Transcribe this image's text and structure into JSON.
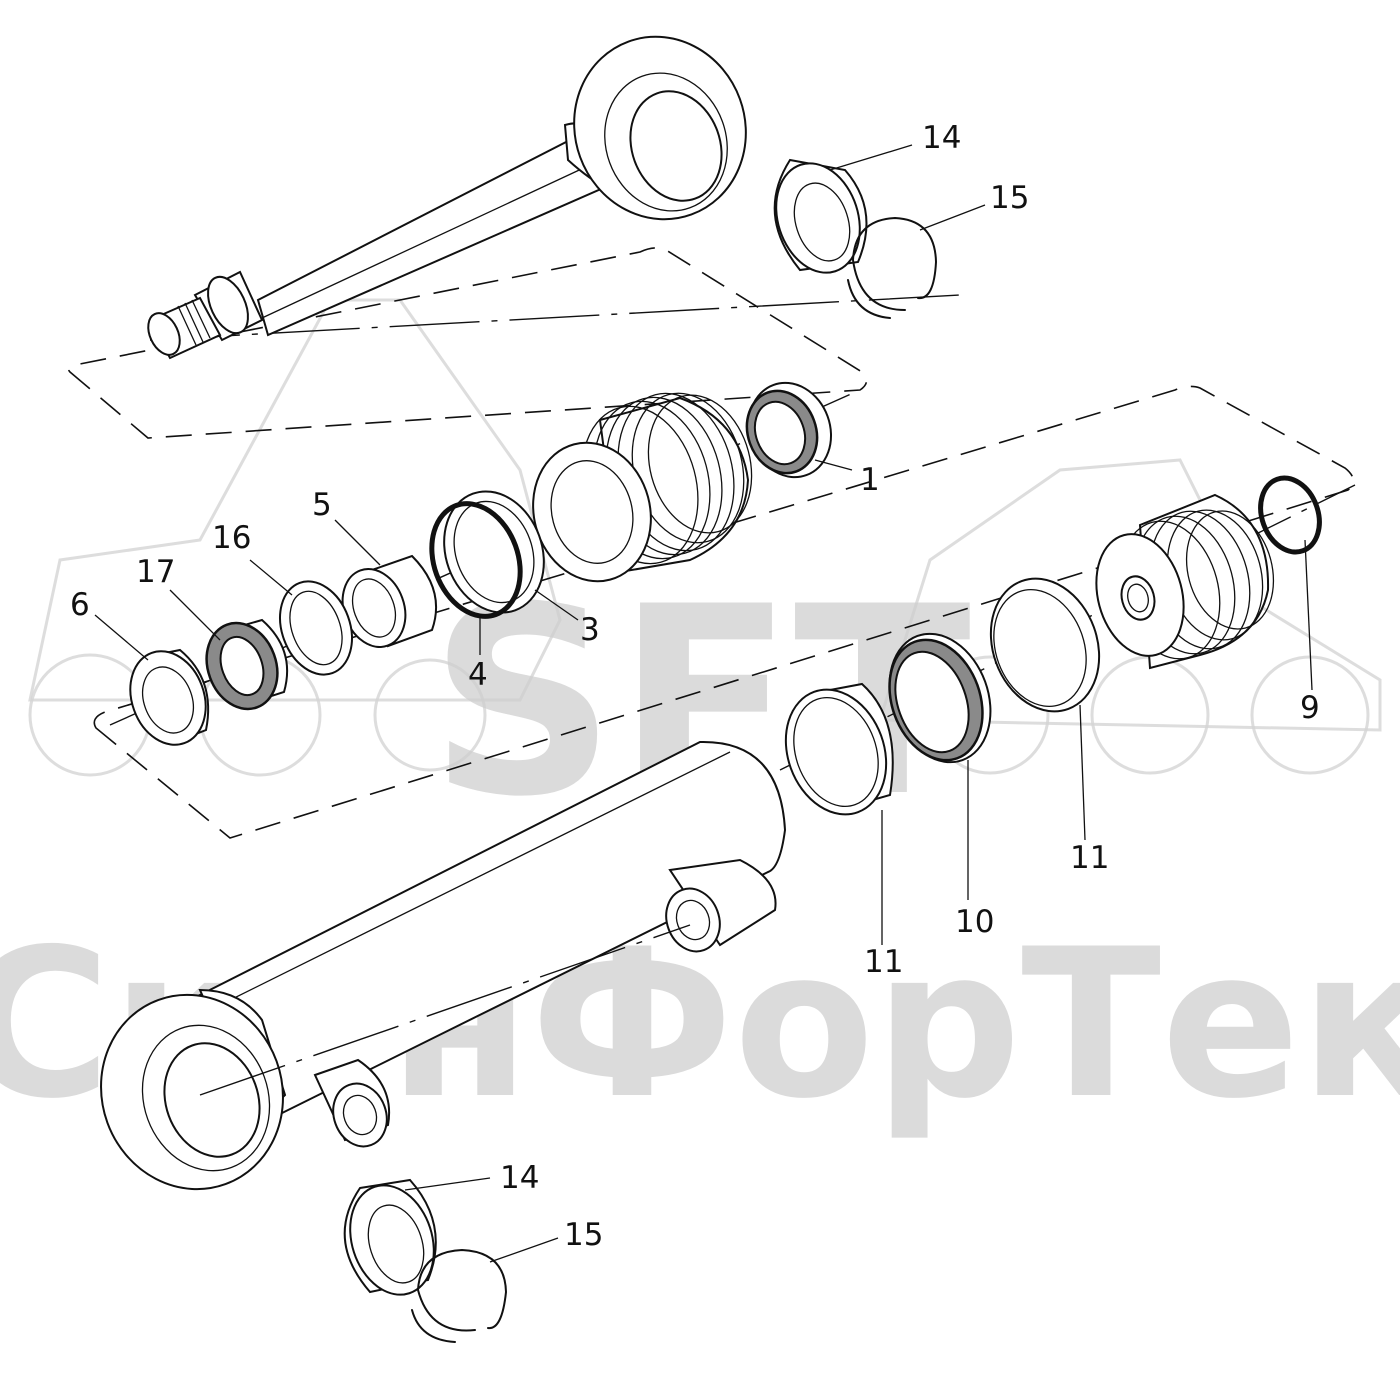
{
  "watermark": {
    "logo_text": "SFT",
    "company_name": "СканФорТек"
  },
  "callouts": [
    {
      "id": "1",
      "text": "1"
    },
    {
      "id": "3",
      "text": "3"
    },
    {
      "id": "4",
      "text": "4"
    },
    {
      "id": "5",
      "text": "5"
    },
    {
      "id": "6",
      "text": "6"
    },
    {
      "id": "9",
      "text": "9"
    },
    {
      "id": "10",
      "text": "10"
    },
    {
      "id": "11a",
      "text": "11"
    },
    {
      "id": "11b",
      "text": "11"
    },
    {
      "id": "14a",
      "text": "14"
    },
    {
      "id": "14b",
      "text": "14"
    },
    {
      "id": "15a",
      "text": "15"
    },
    {
      "id": "15b",
      "text": "15"
    },
    {
      "id": "16",
      "text": "16"
    },
    {
      "id": "17",
      "text": "17"
    }
  ]
}
